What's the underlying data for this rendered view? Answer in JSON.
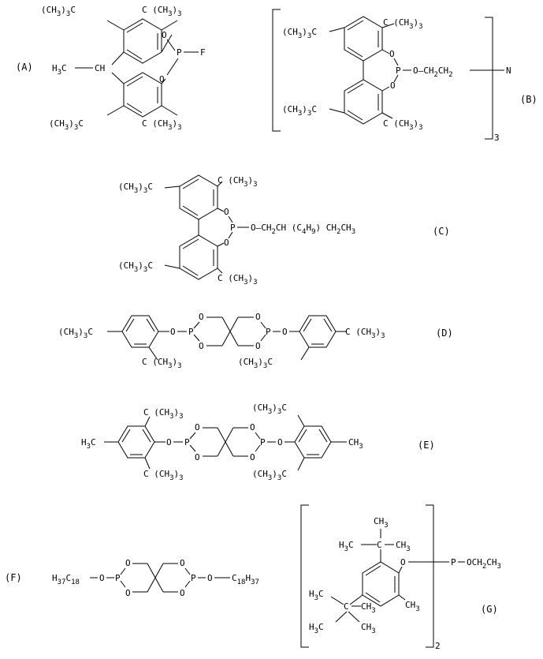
{
  "labels": {
    "A": "(A)",
    "B": "(B)",
    "C": "(C)",
    "D": "(D)",
    "E": "(E)",
    "F": "(F)",
    "G": "(G)"
  },
  "groups": {
    "tbu_left": "(CH",
    "tbu_left_sub": "3",
    "tbu_left_end": ")",
    "tbu_left_sub2": "3",
    "tbu_left_c": "C",
    "tbu_right": "C (CH",
    "tbu_right_sub": "3",
    "tbu_right_end": ")",
    "tbu_right_sub2": "3",
    "o": "O",
    "p": "P",
    "f": "F",
    "n": "N",
    "h3c": "H",
    "h3c_sub": "3",
    "h3c_c": "C",
    "ch": "CH",
    "ch3": "CH",
    "ch3_sub": "3"
  },
  "formulae": {
    "B_chain": "O—CH",
    "B_chain_sub1": "2",
    "B_chain_mid": "CH",
    "B_chain_sub2": "2",
    "B_bracket_sub": "3",
    "C_chain_a": "O—CH",
    "C_chain_a_sub": "2",
    "C_chain_b": "CH (C",
    "C_chain_b_sub1": "4",
    "C_chain_c": "H",
    "C_chain_c_sub": "9",
    "C_chain_d": ") CH",
    "C_chain_d_sub": "2",
    "C_chain_e": "CH",
    "C_chain_e_sub": "3",
    "F_left_h": "H",
    "F_left_h_sub": "37",
    "F_left_c": "C",
    "F_left_c_sub": "18",
    "F_right_c": "C",
    "F_right_c_sub": "18",
    "F_right_h": "H",
    "F_right_h_sub": "37",
    "G_ethyl": "OCH",
    "G_ethyl_sub": "2",
    "G_ethyl_end": "CH",
    "G_ethyl_end_sub": "3",
    "G_bracket_sub": "2"
  }
}
